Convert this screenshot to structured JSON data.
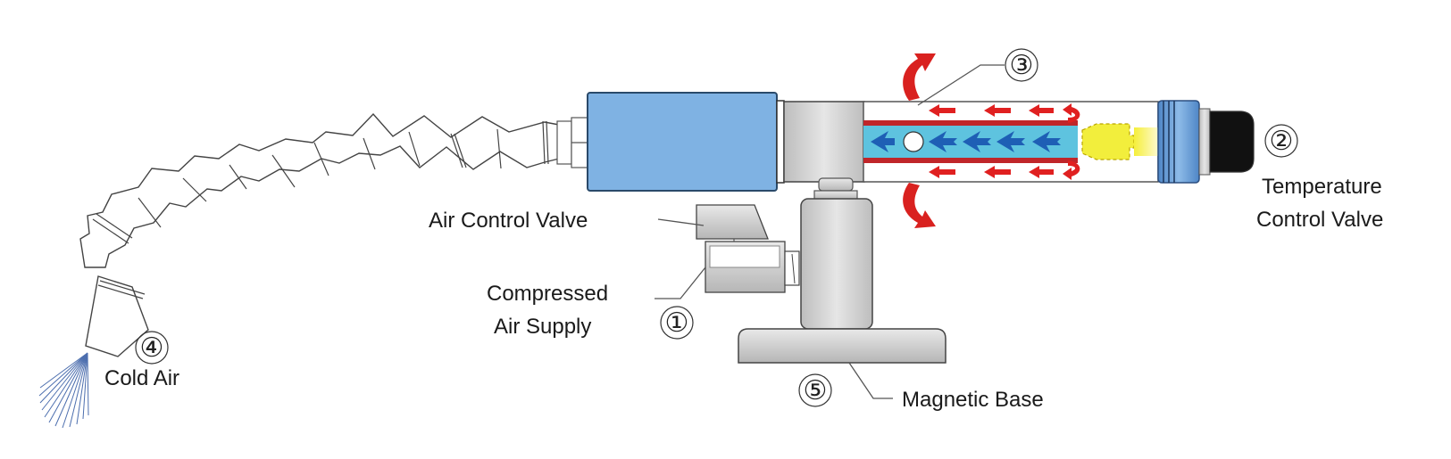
{
  "title": "Vortex tube cold air gun diagram",
  "labels": {
    "air_control_valve": "Air Control Valve",
    "compressed_air_line1": "Compressed",
    "compressed_air_line2": "Air Supply",
    "temperature_line1": "Temperature",
    "temperature_line2": "Control Valve",
    "cold_air": "Cold Air",
    "magnetic_base": "Magnetic Base"
  },
  "callouts": {
    "compressed_air_supply": "①",
    "temperature_control_valve": "②",
    "hot_air_exhaust": "③",
    "cold_air": "④",
    "magnetic_base": "⑤"
  },
  "colors": {
    "cold_flow": "#1e5fb5",
    "hot_flow": "#e02020",
    "muffler_blue": "#7fb2e3",
    "inner_tube": "#5ec3df",
    "valve_cone": "#f2ee3c",
    "steel_gray": "#c8c8c8"
  }
}
